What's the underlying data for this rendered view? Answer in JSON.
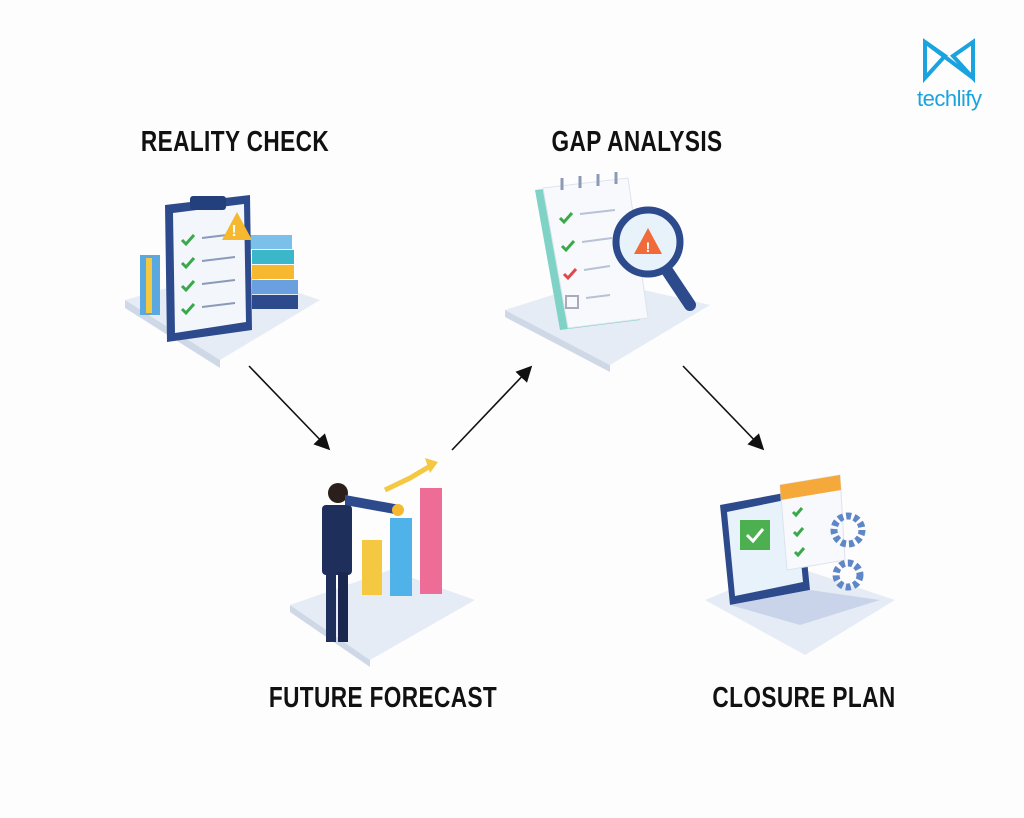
{
  "brand": {
    "name": "techlify",
    "color": "#1aa3de"
  },
  "steps": [
    {
      "label": "REALITY CHECK",
      "icon": "clipboard-checklist-icon"
    },
    {
      "label": "FUTURE FORECAST",
      "icon": "telescope-chart-icon"
    },
    {
      "label": "GAP ANALYSIS",
      "icon": "magnifier-checklist-icon"
    },
    {
      "label": "CLOSURE PLAN",
      "icon": "laptop-calendar-icon"
    }
  ],
  "colors": {
    "navy": "#2d4a8c",
    "green": "#4caf50",
    "alert": "#f5b82e",
    "red": "#f06a3a"
  }
}
